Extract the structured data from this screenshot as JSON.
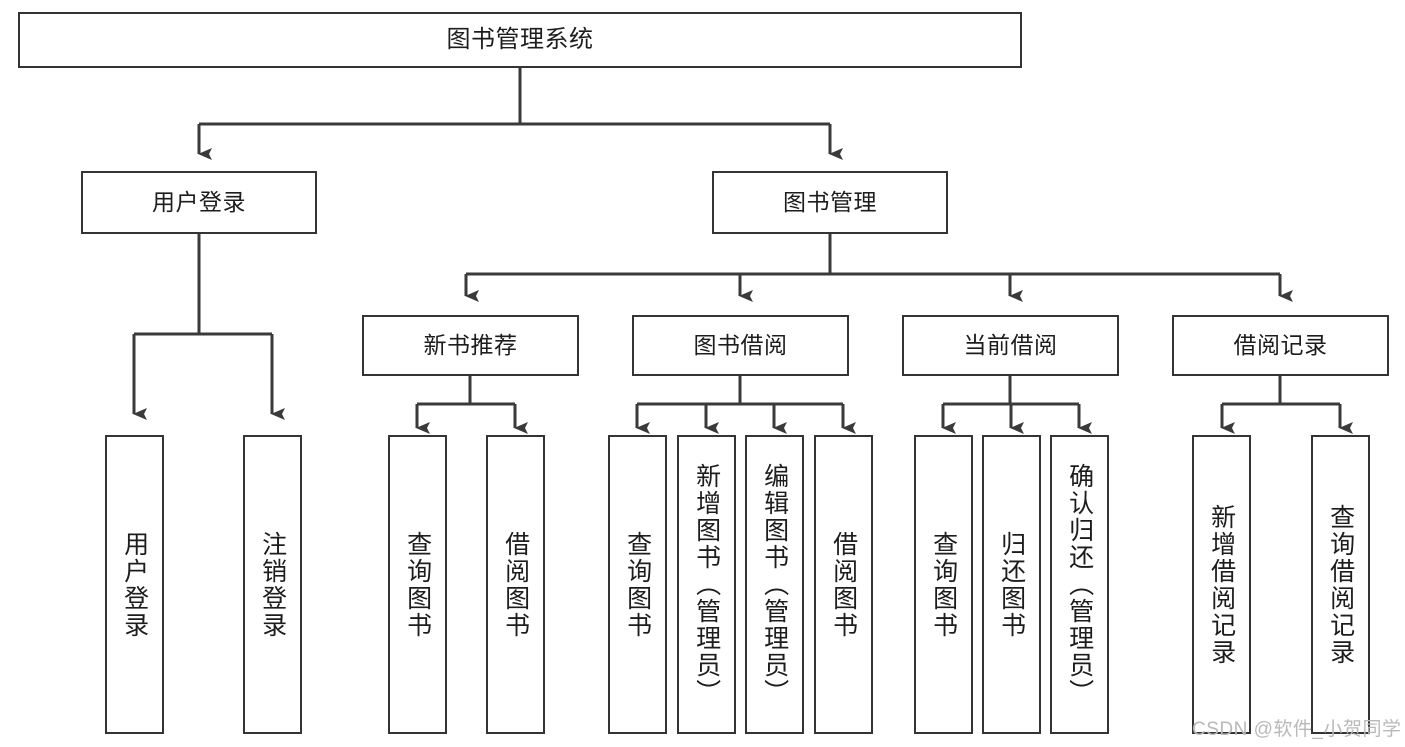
{
  "diagram": {
    "title": "图书管理系统",
    "type": "tree",
    "watermark": "CSDN @软件_小贺同学",
    "colors": {
      "box_border": "#343434",
      "box_fill": "#ffffff",
      "connector": "#3a3a3a",
      "text": "#1d1d1d",
      "watermark": "#b9b9b9"
    },
    "nodes": {
      "root": {
        "label": "图书管理系统"
      },
      "level2": [
        {
          "label": "用户登录"
        },
        {
          "label": "图书管理"
        }
      ],
      "level3": [
        {
          "label": "新书推荐"
        },
        {
          "label": "图书借阅"
        },
        {
          "label": "当前借阅"
        },
        {
          "label": "借阅记录"
        }
      ],
      "leaves": [
        {
          "label": "用户登录",
          "parent": "用户登录"
        },
        {
          "label": "注销登录",
          "parent": "用户登录"
        },
        {
          "label": "查询图书",
          "parent": "新书推荐"
        },
        {
          "label": "借阅图书",
          "parent": "新书推荐"
        },
        {
          "label": "查询图书",
          "parent": "图书借阅"
        },
        {
          "label": "新增图书（管理员）",
          "parent": "图书借阅"
        },
        {
          "label": "编辑图书（管理员）",
          "parent": "图书借阅"
        },
        {
          "label": "借阅图书",
          "parent": "图书借阅"
        },
        {
          "label": "查询图书",
          "parent": "当前借阅"
        },
        {
          "label": "归还图书",
          "parent": "当前借阅"
        },
        {
          "label": "确认归还（管理员）",
          "parent": "当前借阅"
        },
        {
          "label": "新增借阅记录",
          "parent": "借阅记录"
        },
        {
          "label": "查询借阅记录",
          "parent": "借阅记录"
        }
      ]
    }
  }
}
